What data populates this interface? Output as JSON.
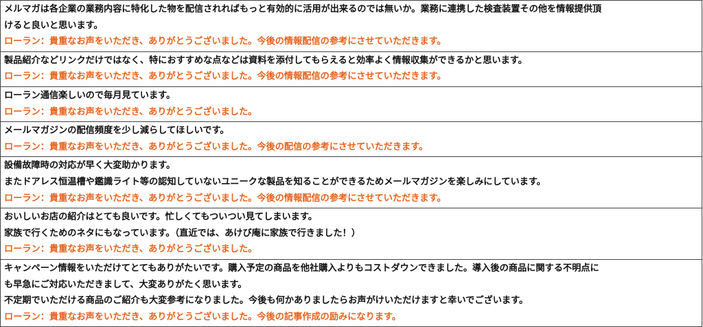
{
  "colors": {
    "comment_text": "#111111",
    "reply_text": "#e8631c",
    "border": "#444444"
  },
  "entries": [
    {
      "comments": [
        "メルマガは各企業の業務内容に特化した物を配信されればもっと有効的に活用が出来るのでは無いか。業務に連携した検査装置その他を情報提供頂",
        "けると良いと思います。"
      ],
      "reply": "ローラン：貴重なお声をいただき、ありがとうございました。今後の情報配信の参考にさせていただきます。"
    },
    {
      "comments": [
        "製品紹介などリンクだけではなく、特におすすめな点などは資料を添付してもらえると効率よく情報収集ができるかと思います。"
      ],
      "reply": "ローラン：貴重なお声をいただき、ありがとうございました。今後の情報配信の参考にさせていただきます。"
    },
    {
      "comments": [
        "ローラン通信楽しいので毎月見ています。"
      ],
      "reply": "ローラン：貴重なお声をいただき、ありがとうございました。"
    },
    {
      "comments": [
        "メールマガジンの配信頻度を少し減らしてほしいです。"
      ],
      "reply": "ローラン：貴重なお声をいただき、ありがとうございました。今後の配信の参考にさせていただきます。"
    },
    {
      "comments": [
        "設備故障時の対応が早く大変助かります。",
        "またドアレス恒温槽や鑑識ライト等の認知していないユニークな製品を知ることができるためメールマガジンを楽しみにしています。"
      ],
      "reply": "ローラン：貴重なお声をいただき、ありがとうございました。今後の情報配信の参考にさせていただきます。"
    },
    {
      "comments": [
        "おいしいお店の紹介はとても良いです。忙しくてもついつい見てしまいます。",
        "家族で行くためのネタにもなっています。（直近では、あけび庵に家族で行きました！）"
      ],
      "reply": "ローラン：貴重なお声をいただき、ありがとうございました。"
    },
    {
      "comments": [
        "キャンペーン情報をいただけてとてもありがたいです。購入予定の商品を他社購入よりもコストダウンできました。導入後の商品に関する不明点に",
        "も早急にご対応いただきまして、大変ありがたく思います。",
        "不定期でいただける商品のご紹介も大変参考になりました。今後も何かありましたらお声がけいただけますと幸いでございます。"
      ],
      "reply": "ローラン：貴重なお声をいただき、ありがとうございました。今後の記事作成の励みになります。"
    }
  ]
}
